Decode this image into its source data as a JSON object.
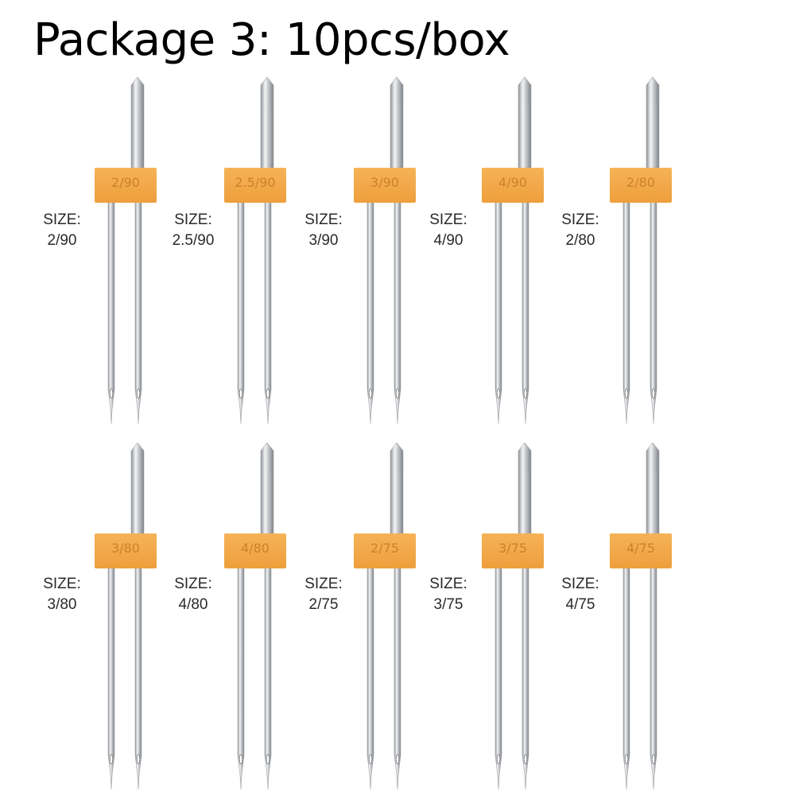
{
  "title": "Package 3: 10pcs/box",
  "colors": {
    "hub": "#f4a948",
    "hub_text": "#c8822a",
    "steel": "#c9ccd0"
  },
  "needles": [
    {
      "tag": "2/90",
      "size_prefix": "SIZE:",
      "size": "2/90"
    },
    {
      "tag": "2.5/90",
      "size_prefix": "SIZE:",
      "size": "2.5/90"
    },
    {
      "tag": "3/90",
      "size_prefix": "SIZE:",
      "size": "3/90"
    },
    {
      "tag": "4/90",
      "size_prefix": "SIZE:",
      "size": "4/90"
    },
    {
      "tag": "2/80",
      "size_prefix": "SIZE:",
      "size": "2/80"
    },
    {
      "tag": "3/80",
      "size_prefix": "SIZE:",
      "size": "3/80"
    },
    {
      "tag": "4/80",
      "size_prefix": "SIZE:",
      "size": "4/80"
    },
    {
      "tag": "2/75",
      "size_prefix": "SIZE:",
      "size": "2/75"
    },
    {
      "tag": "3/75",
      "size_prefix": "SIZE:",
      "size": "3/75"
    },
    {
      "tag": "4/75",
      "size_prefix": "SIZE:",
      "size": "4/75"
    }
  ]
}
